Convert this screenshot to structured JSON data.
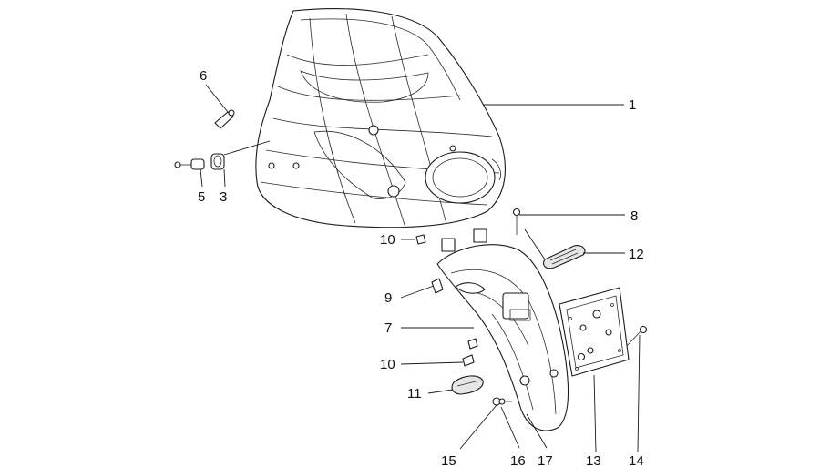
{
  "callouts": {
    "c1": "1",
    "c3": "3",
    "c5": "5",
    "c6": "6",
    "c7": "7",
    "c8": "8",
    "c9": "9",
    "c10a": "10",
    "c10b": "10",
    "c11": "11",
    "c12": "12",
    "c13": "13",
    "c14": "14",
    "c15": "15",
    "c16": "16",
    "c17": "17"
  },
  "colors": {
    "line": "#1a1a1a",
    "background": "#ffffff"
  }
}
